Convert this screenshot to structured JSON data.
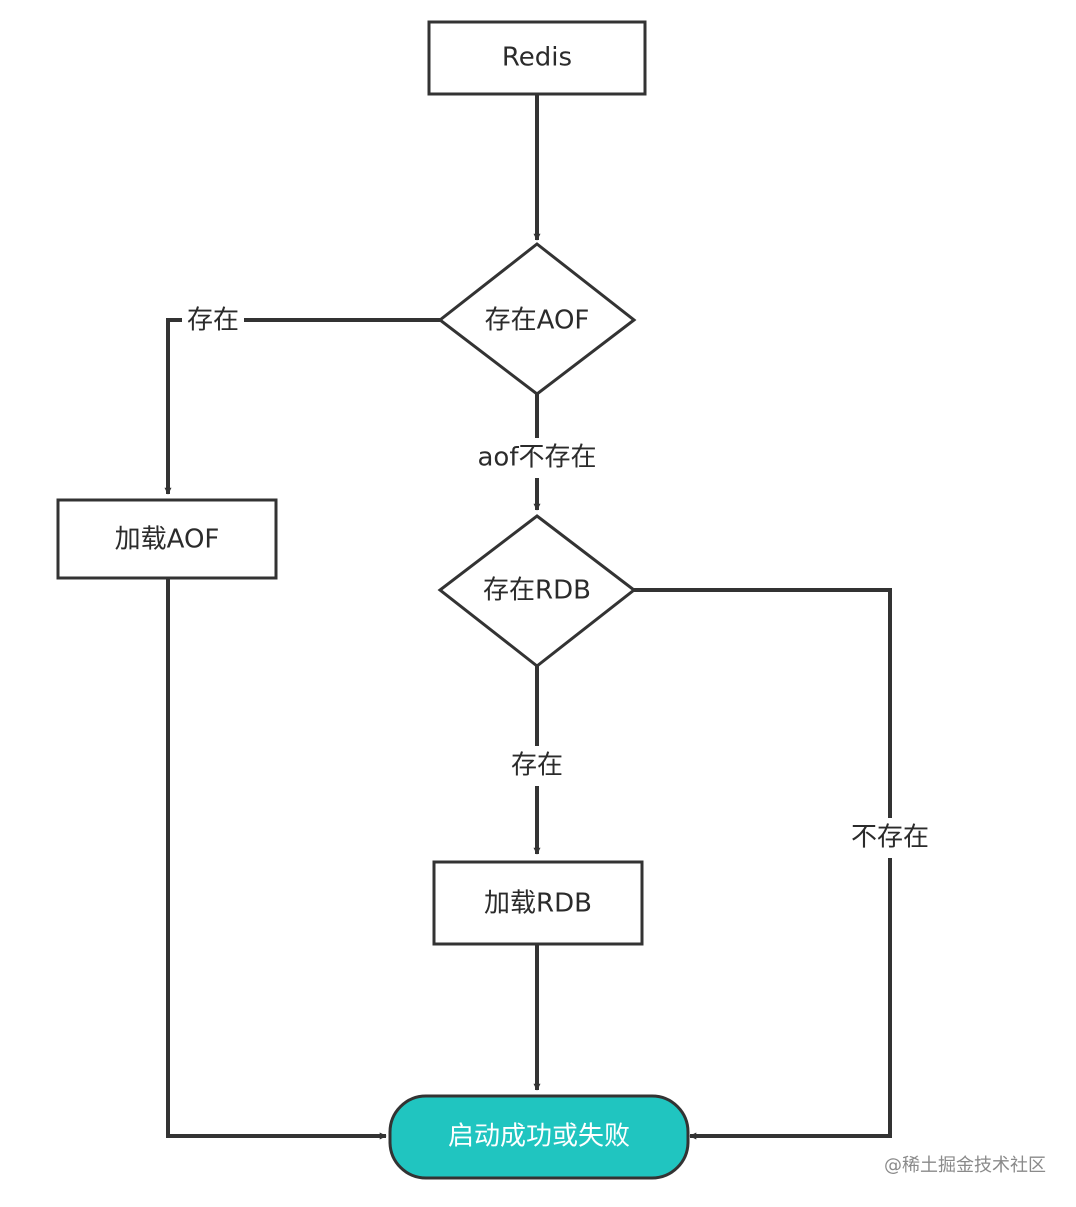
{
  "diagram": {
    "nodes": {
      "redis": {
        "label": "Redis"
      },
      "exists_aof": {
        "label": "存在AOF"
      },
      "load_aof": {
        "label": "加载AOF"
      },
      "exists_rdb": {
        "label": "存在RDB"
      },
      "load_rdb": {
        "label": "加载RDB"
      },
      "result": {
        "label": "启动成功或失败"
      }
    },
    "edges": {
      "aof_yes": {
        "label": "存在"
      },
      "aof_no": {
        "label": "aof不存在"
      },
      "rdb_yes": {
        "label": "存在"
      },
      "rdb_no": {
        "label": "不存在"
      }
    }
  },
  "watermark": {
    "text": "@稀土掘金技术社区"
  },
  "colors": {
    "stroke": "#333333",
    "terminal_fill": "#20c5c0",
    "background": "#ffffff"
  }
}
